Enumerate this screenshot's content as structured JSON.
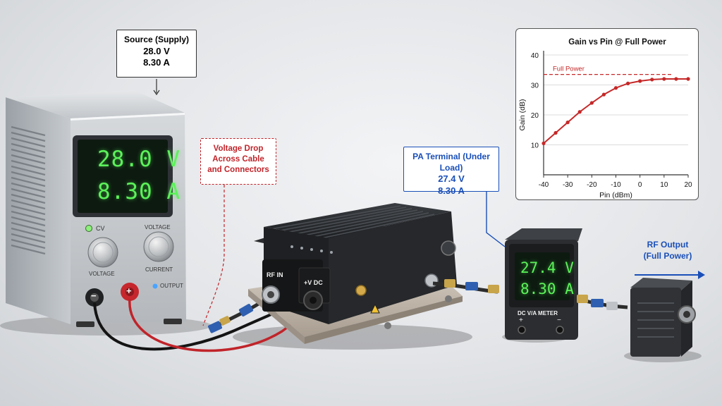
{
  "source_callout": {
    "title": "Source (Supply)",
    "voltage": "28.0 V",
    "current": "8.30 A"
  },
  "drop_callout": {
    "line1": "Voltage Drop",
    "line2": "Across Cable",
    "line3": "and Connectors"
  },
  "pa_callout": {
    "title": "PA Terminal (Under Load)",
    "voltage": "27.4 V",
    "current": "8.30 A"
  },
  "rf_callout": {
    "line1": "RF Output",
    "line2": "(Full Power)"
  },
  "psu": {
    "display_voltage": "28.0 V",
    "display_current": "8.30 A",
    "cv_label": "CV",
    "voltage_label_top": "VOLTAGE",
    "voltage_knob_label": "VOLTAGE",
    "current_knob_label": "CURRENT",
    "output_label": "OUTPUT",
    "minus": "−",
    "plus": "+"
  },
  "amplifier": {
    "rf_in_label": "RF IN",
    "dc_label": "+V DC"
  },
  "meter": {
    "display_voltage": "27.4 V",
    "display_current": "8.30 A",
    "label": "DC V/A METER",
    "plus": "+",
    "minus": "−"
  },
  "colors": {
    "accent_blue": "#1a4fb8",
    "accent_red": "#c0242a",
    "curve_red": "#c62828",
    "display_green": "#5cf25a"
  },
  "chart_data": {
    "type": "line",
    "title": "Gain vs Pin @ Full Power",
    "xlabel": "Pin (dBm)",
    "ylabel": "Gain (dB)",
    "xlim": [
      -40,
      20
    ],
    "ylim": [
      0,
      40
    ],
    "xticks": [
      -40,
      -30,
      -20,
      -10,
      0,
      10,
      20
    ],
    "yticks": [
      10,
      20,
      30,
      40
    ],
    "grid": true,
    "series": [
      {
        "x": [
          -40,
          -35,
          -30,
          -25,
          -20,
          -15,
          -10,
          -5,
          0,
          5,
          10,
          15,
          20
        ],
        "y": [
          10.5,
          14,
          17.5,
          21,
          24,
          26.8,
          29,
          30.5,
          31.3,
          31.8,
          32,
          32,
          32
        ]
      }
    ],
    "reference_line": {
      "label": "Full Power",
      "y": 33.5
    }
  }
}
